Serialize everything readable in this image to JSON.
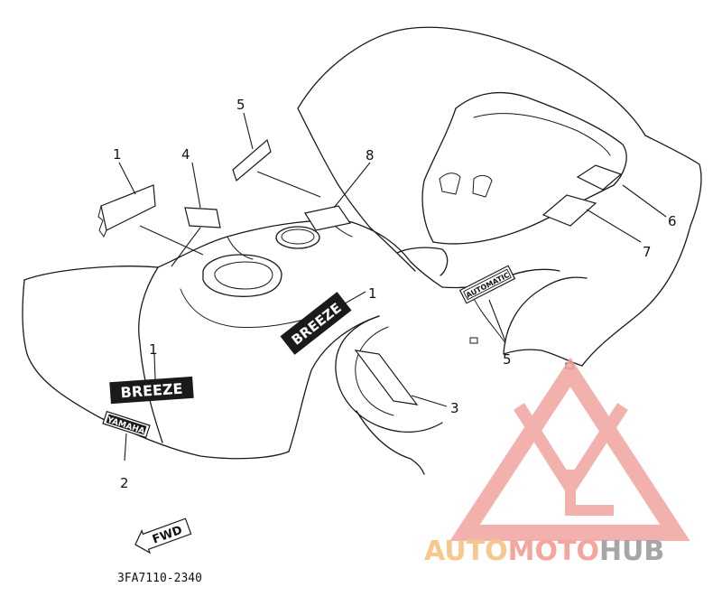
{
  "diagram": {
    "callouts": [
      {
        "id": "c1a",
        "label": "1"
      },
      {
        "id": "c1b",
        "label": "1"
      },
      {
        "id": "c1c",
        "label": "1"
      },
      {
        "id": "c2",
        "label": "2"
      },
      {
        "id": "c3",
        "label": "3"
      },
      {
        "id": "c4",
        "label": "4"
      },
      {
        "id": "c5a",
        "label": "5"
      },
      {
        "id": "c5b",
        "label": "5"
      },
      {
        "id": "c6",
        "label": "6"
      },
      {
        "id": "c7",
        "label": "7"
      },
      {
        "id": "c8",
        "label": "8"
      }
    ],
    "decals": {
      "breeze_side": "BREEZE",
      "breeze_front": "BREEZE",
      "yamaha": "YAMAHA",
      "automatic": "AUTOMATIC",
      "fwd": "FWD"
    },
    "part_code": "3FA7110-2340"
  },
  "watermark": {
    "part1": "AUTO",
    "part2": "MOTO",
    "part3": "HUB",
    "colors": {
      "auto": "#f7c78e",
      "moto": "#f4a59d",
      "hub": "#a6a6a6",
      "logo": "#f1a49f"
    }
  }
}
